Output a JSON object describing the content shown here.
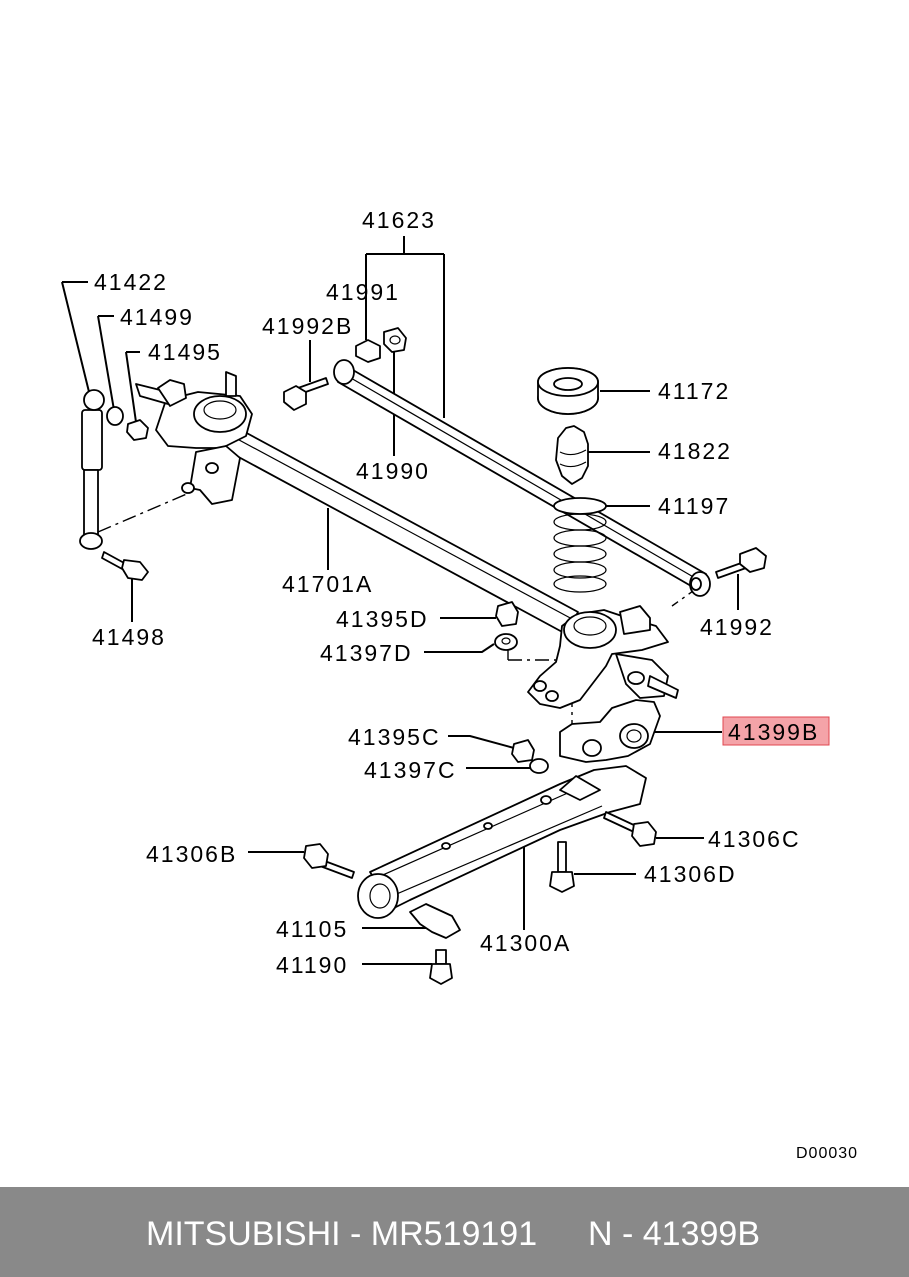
{
  "diagram": {
    "code": "D00030",
    "highlighted_part": "41399B",
    "parts": {
      "p41623": "41623",
      "p41422": "41422",
      "p41991": "41991",
      "p41499": "41499",
      "p41992B": "41992B",
      "p41495": "41495",
      "p41172": "41172",
      "p41822": "41822",
      "p41990": "41990",
      "p41197": "41197",
      "p41701A": "41701A",
      "p41992": "41992",
      "p41498": "41498",
      "p41395D": "41395D",
      "p41397D": "41397D",
      "p41399B": "41399B",
      "p41395C": "41395C",
      "p41397C": "41397C",
      "p41306C": "41306C",
      "p41306B": "41306B",
      "p41306D": "41306D",
      "p41105": "41105",
      "p41300A": "41300A",
      "p41190": "41190"
    }
  },
  "footer": {
    "brand_part": "MITSUBISHI - MR519191",
    "ref": "N - 41399B"
  },
  "colors": {
    "footer_bg": "#898989",
    "highlight_fill": "#f4a3a8",
    "highlight_border": "#e0474f"
  }
}
